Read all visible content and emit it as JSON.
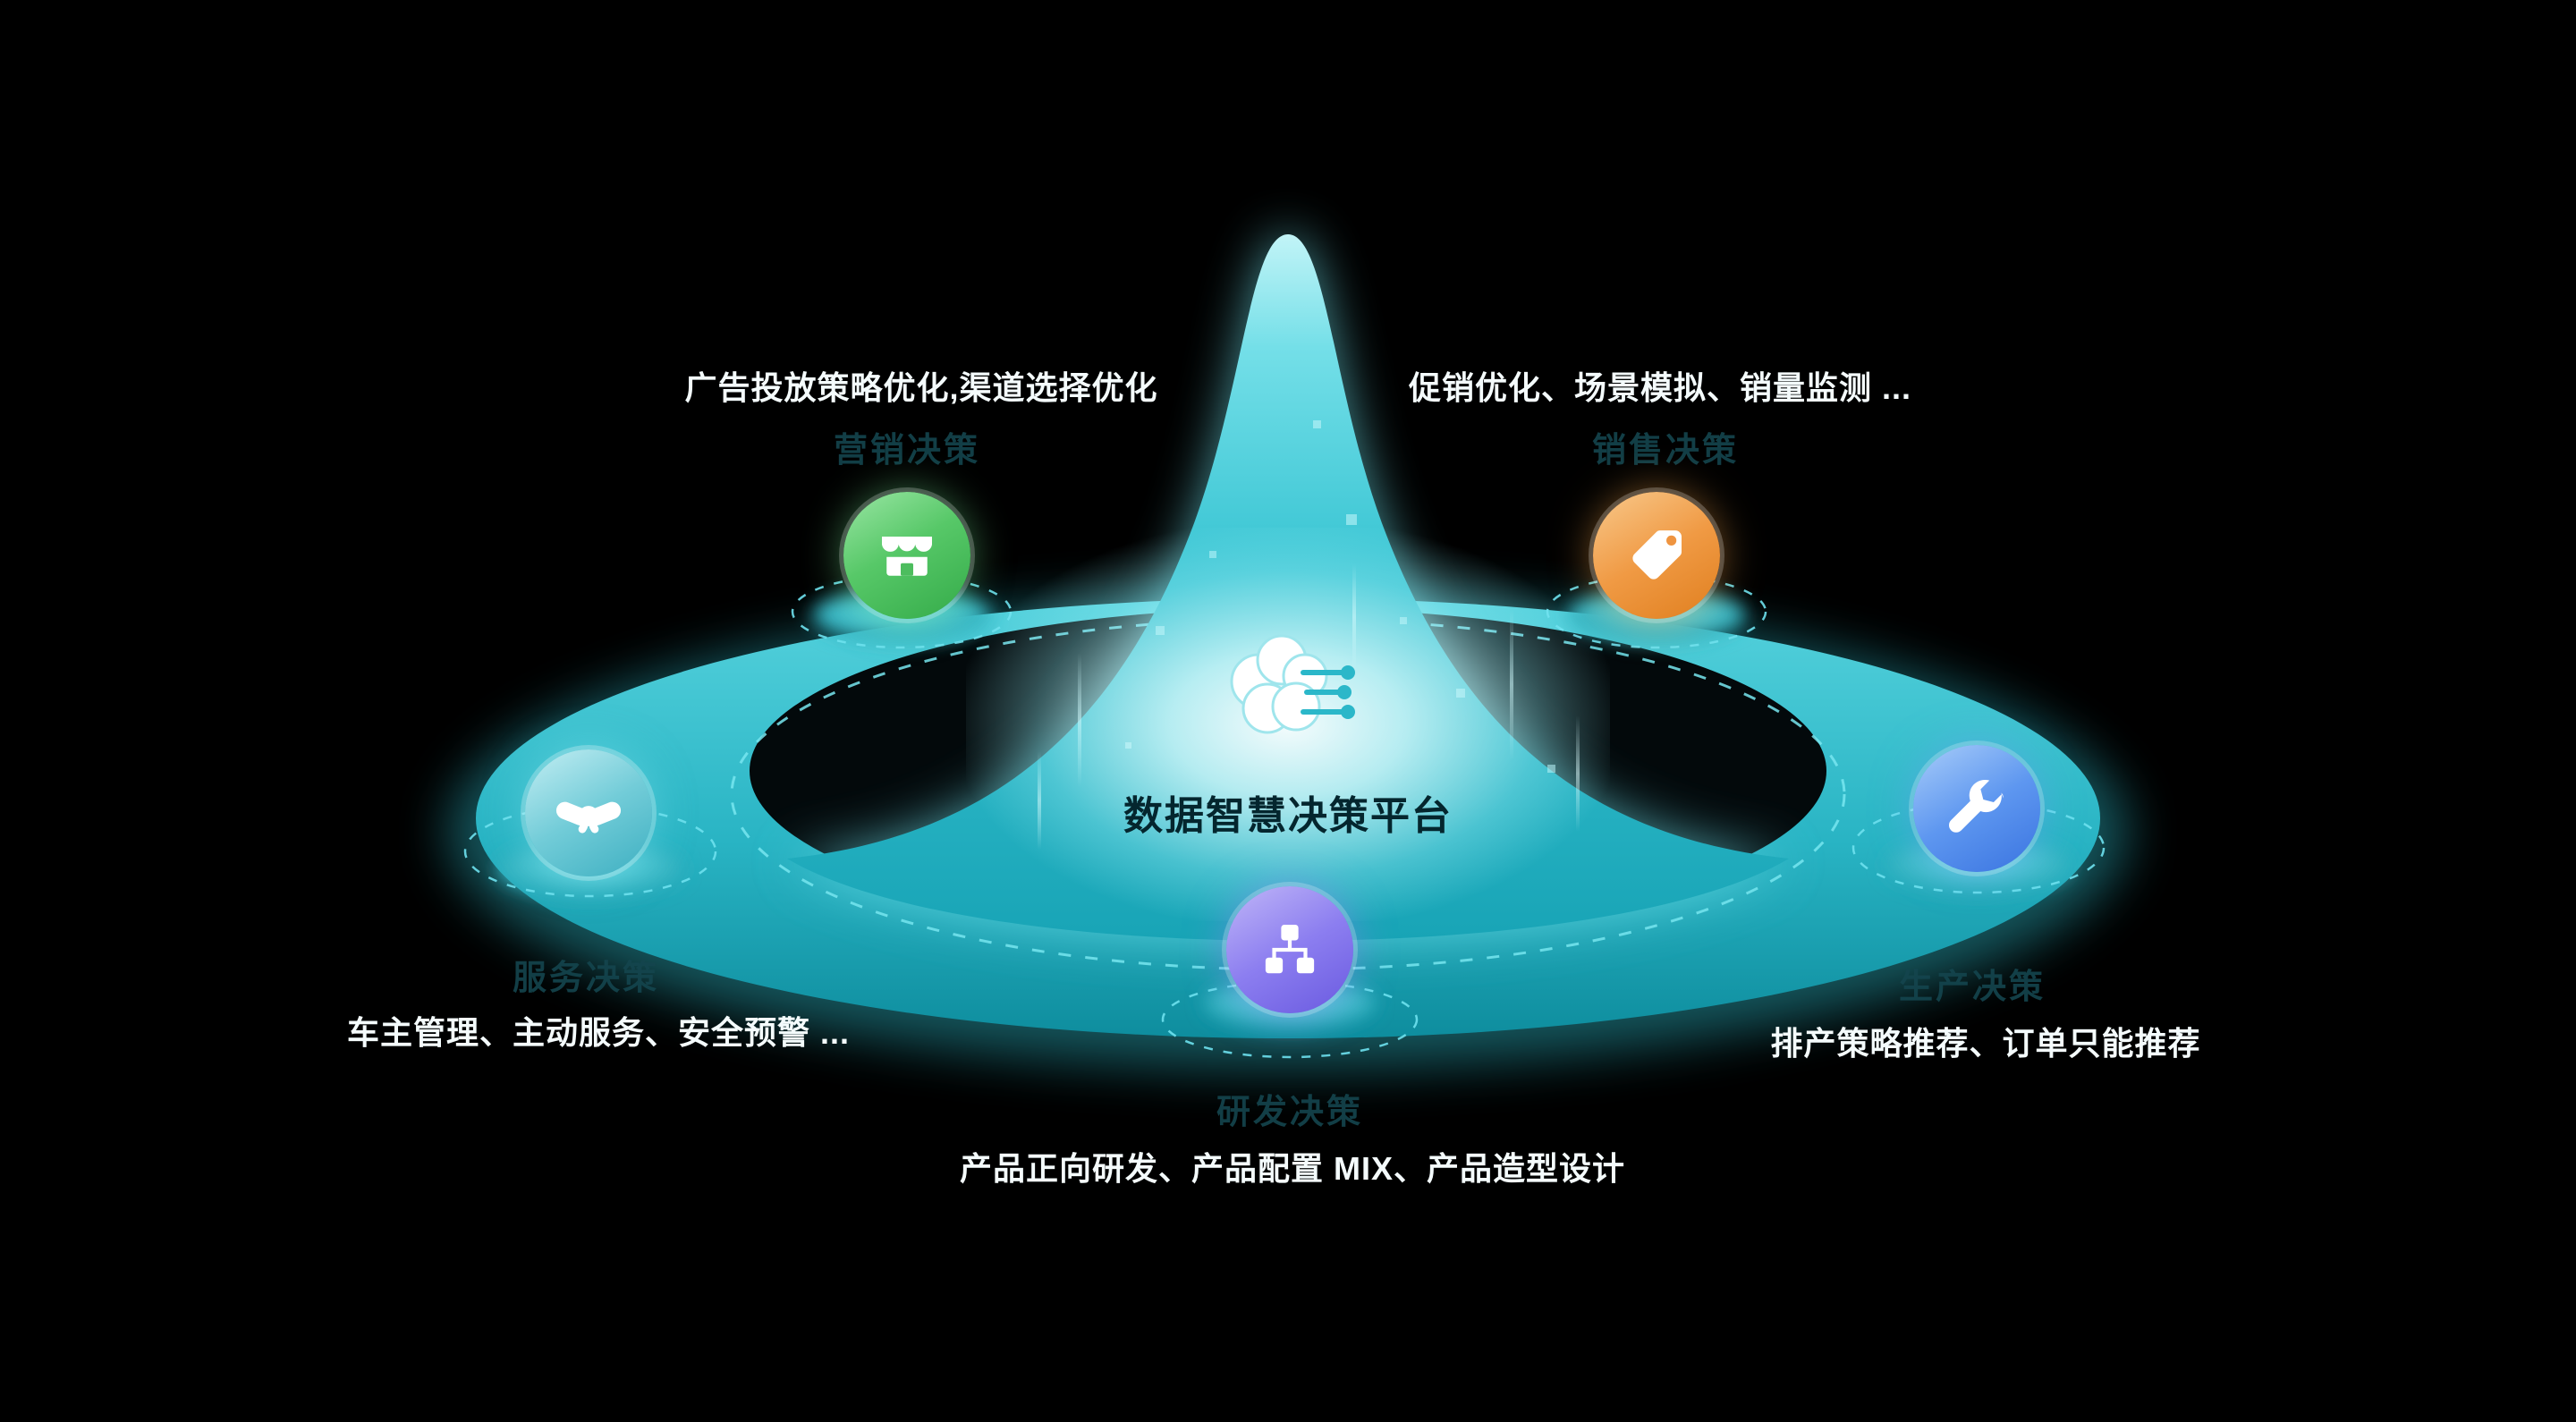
{
  "center": {
    "title": "数据智慧决策平台",
    "icon": "brain-circuit-icon"
  },
  "nodes": [
    {
      "id": "marketing",
      "category": "营销决策",
      "description": "广告投放策略优化,渠道选择优化",
      "icon": "storefront-icon",
      "color": "#57c868"
    },
    {
      "id": "sales",
      "category": "销售决策",
      "description": "促销优化、场景模拟、销量监测 ...",
      "icon": "price-tag-icon",
      "color": "#f09a44"
    },
    {
      "id": "service",
      "category": "服务决策",
      "description": "车主管理、主动服务、安全预警 ...",
      "icon": "handshake-icon",
      "color": "#72ccd8"
    },
    {
      "id": "production",
      "category": "生产决策",
      "description": "排产策略推荐、订单只能推荐",
      "icon": "wrench-icon",
      "color": "#5e97f0"
    },
    {
      "id": "rnd",
      "category": "研发决策",
      "description": "产品正向研发、产品配置 MIX、产品造型设计",
      "icon": "org-chart-icon",
      "color": "#8c7ef0"
    }
  ],
  "colors": {
    "background": "#000000",
    "platform_teal": "#2fbccb",
    "glow": "#d8fafc",
    "title_text": "#04262e",
    "description_text": "#f4fbfc",
    "category_text": "#14454e"
  }
}
